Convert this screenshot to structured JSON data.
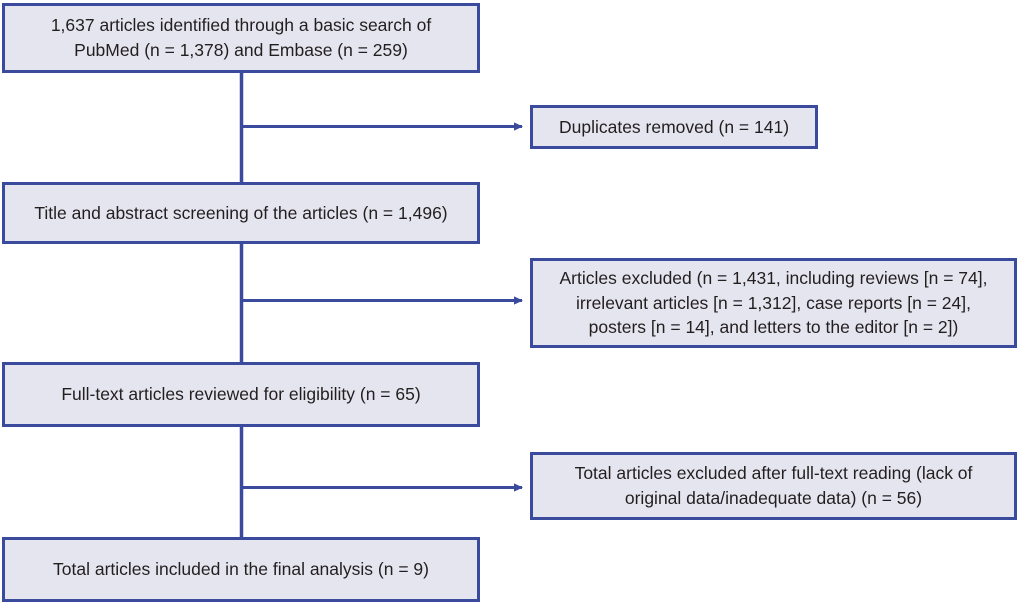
{
  "diagram": {
    "title": "PRISMA-style study selection flow diagram",
    "colors": {
      "box_fill": "#e5e5ef",
      "box_border": "#3a4b9e",
      "connector": "#3a4b9e",
      "text": "#231f20",
      "background": "#ffffff"
    },
    "nodes": [
      {
        "id": "identified",
        "text": "1,637 articles identified through a basic search of\nPubMed (n = 1,378) and Embase (n = 259)",
        "column": "main",
        "count": 1637
      },
      {
        "id": "duplicates",
        "text": "Duplicates removed (n = 141)",
        "column": "side",
        "count": 141
      },
      {
        "id": "screening",
        "text": "Title and abstract screening of the articles (n = 1,496)",
        "column": "main",
        "count": 1496
      },
      {
        "id": "excluded",
        "text": "Articles excluded (n = 1,431, including reviews [n = 74],\nirrelevant articles [n = 1,312], case reports [n = 24],\nposters [n = 14], and letters to the editor [n = 2])",
        "column": "side",
        "count": 1431
      },
      {
        "id": "fulltext",
        "text": "Full-text articles reviewed for eligibility (n = 65)",
        "column": "main",
        "count": 65
      },
      {
        "id": "excluded_fulltext",
        "text": "Total articles excluded after full-text reading (lack of\noriginal data/inadequate data) (n = 56)",
        "column": "side",
        "count": 56
      },
      {
        "id": "included",
        "text": "Total articles included in the final analysis (n = 9)",
        "column": "main",
        "count": 9
      }
    ],
    "edges": [
      {
        "id": "identified-to-screening",
        "from": "identified",
        "to": "screening",
        "kind": "vertical"
      },
      {
        "id": "identified-to-duplicates",
        "from": "identified",
        "to": "duplicates",
        "kind": "branch-right"
      },
      {
        "id": "screening-to-fulltext",
        "from": "screening",
        "to": "fulltext",
        "kind": "vertical"
      },
      {
        "id": "screening-to-excluded",
        "from": "screening",
        "to": "excluded",
        "kind": "branch-right"
      },
      {
        "id": "fulltext-to-included",
        "from": "fulltext",
        "to": "included",
        "kind": "vertical"
      },
      {
        "id": "fulltext-to-excluded-fulltext",
        "from": "fulltext",
        "to": "excluded_fulltext",
        "kind": "branch-right"
      }
    ]
  }
}
